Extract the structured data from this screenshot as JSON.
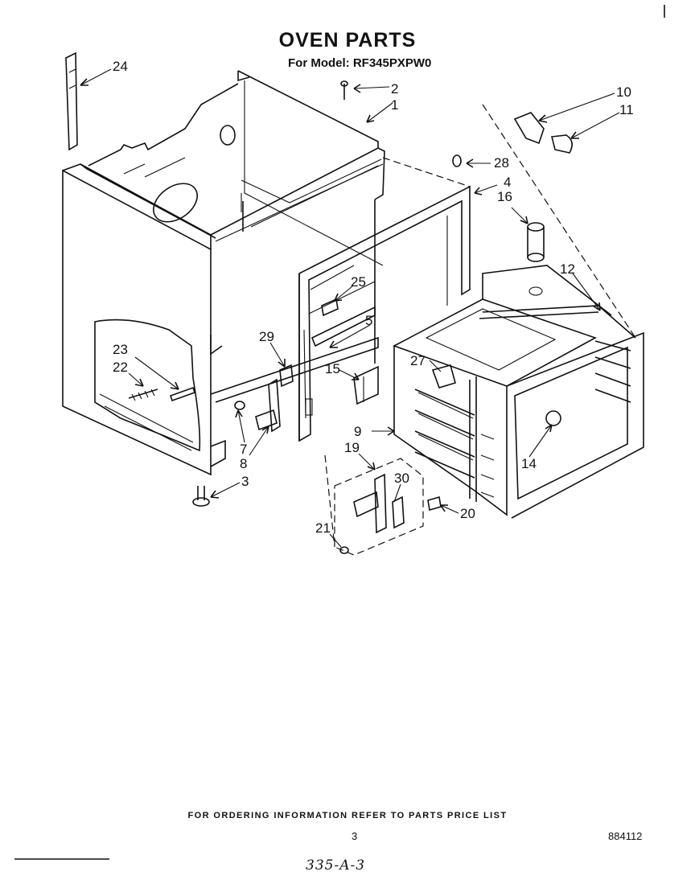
{
  "header": {
    "title": "OVEN PARTS",
    "subtitle": "For Model: RF345PXPW0"
  },
  "footer": {
    "ordering_note": "FOR ORDERING INFORMATION REFER TO PARTS PRICE LIST",
    "page_number": "3",
    "doc_number": "884112",
    "handwritten_ref": "335-A-3"
  },
  "callouts": [
    "24",
    "2",
    "1",
    "10",
    "11",
    "28",
    "4",
    "16",
    "12",
    "25",
    "5",
    "29",
    "23",
    "22",
    "15",
    "27",
    "9",
    "14",
    "7",
    "8",
    "19",
    "30",
    "3",
    "20",
    "21"
  ]
}
